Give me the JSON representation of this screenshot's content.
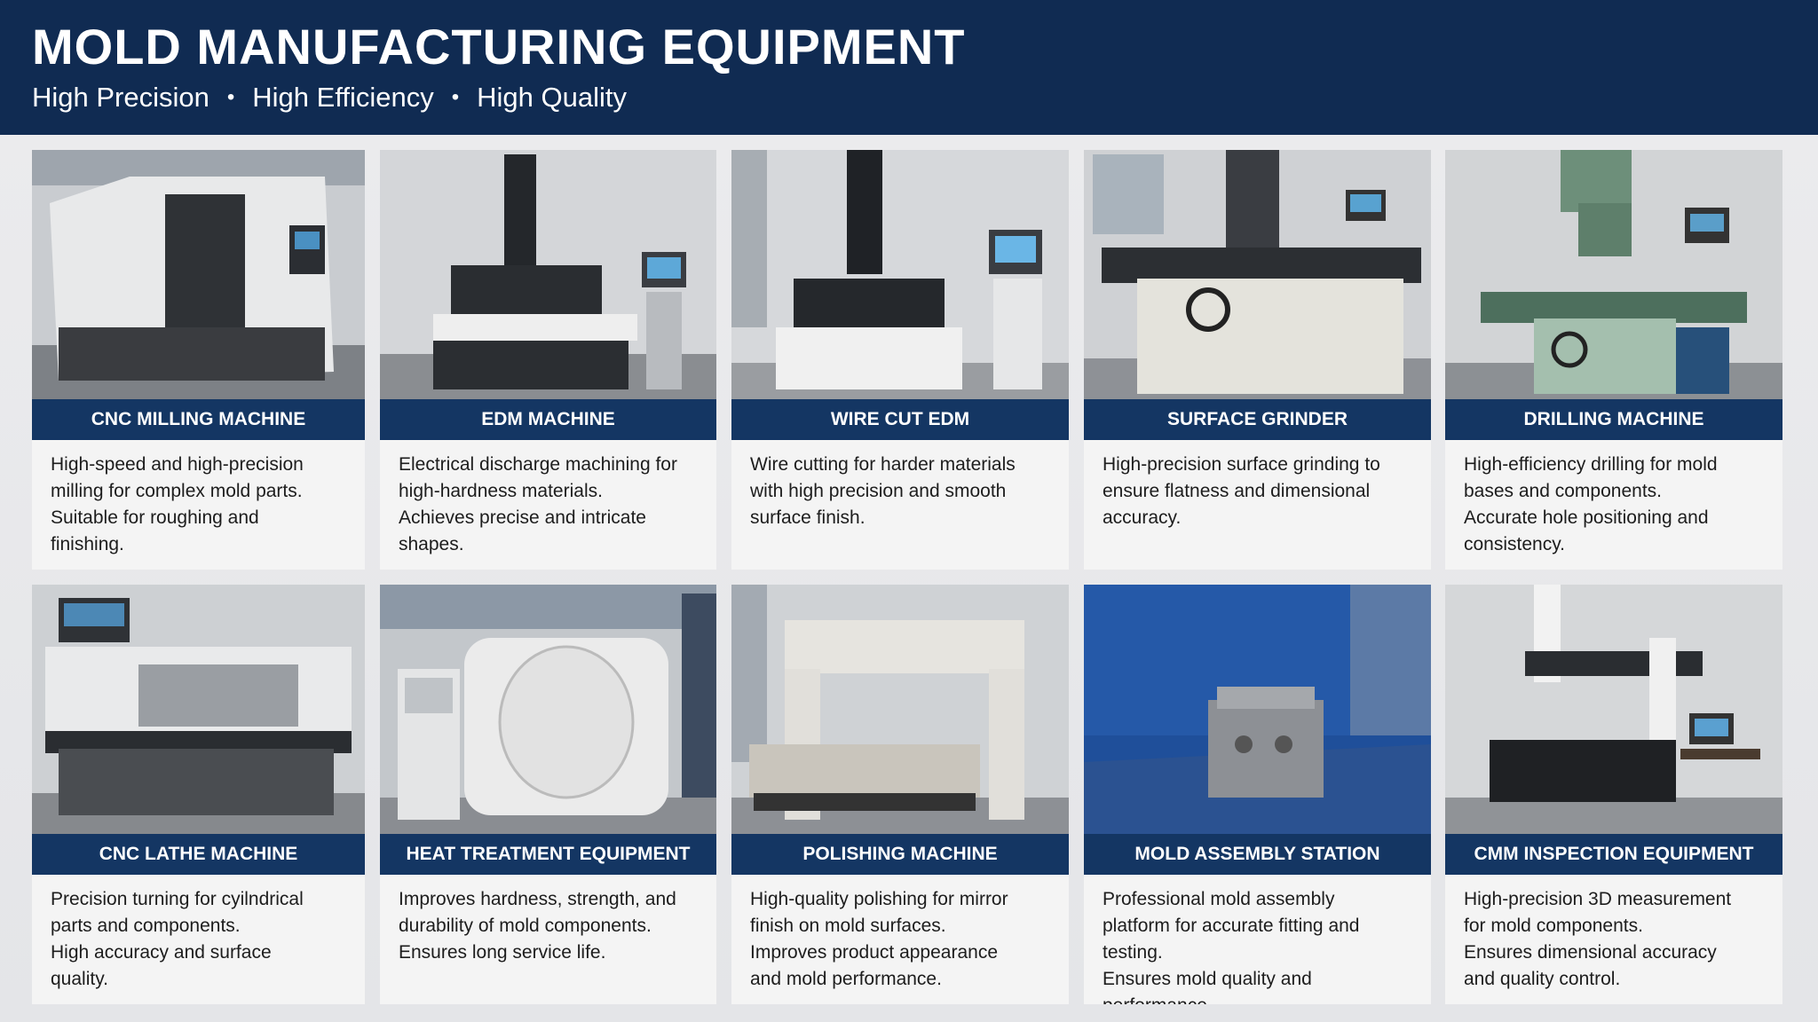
{
  "header": {
    "title": "MOLD MANUFACTURING EQUIPMENT",
    "taglines": [
      "High Precision",
      "High Efficiency",
      "High Quality"
    ],
    "separator": "•"
  },
  "colors": {
    "header_bg": "#102b52",
    "label_bar": "#143663",
    "card_bg": "#f4f4f4"
  },
  "equipment": [
    {
      "name": "CNC MILLING MACHINE",
      "lines": [
        "High-speed and high-precision",
        "milling for complex mold parts.",
        "Suitable for roughing and",
        "finishing."
      ]
    },
    {
      "name": "EDM MACHINE",
      "lines": [
        "Electrical discharge machining for",
        "high-hardness materials.",
        "Achieves precise and intricate",
        "shapes."
      ]
    },
    {
      "name": "WIRE CUT EDM",
      "lines": [
        "Wire cutting for harder materials",
        "with high precision and smooth",
        "surface finish."
      ]
    },
    {
      "name": "SURFACE GRINDER",
      "lines": [
        "High-precision surface grinding to",
        "ensure flatness and dimensional",
        "accuracy."
      ]
    },
    {
      "name": "DRILLING MACHINE",
      "lines": [
        "High-efficiency drilling for mold",
        "bases and components.",
        "Accurate hole positioning and",
        "consistency."
      ]
    },
    {
      "name": "CNC LATHE MACHINE",
      "lines": [
        "Precision turning for cyilndrical",
        "parts and components.",
        "High accuracy and surface",
        "quality."
      ]
    },
    {
      "name": "HEAT TREATMENT EQUIPMENT",
      "lines": [
        "Improves hardness, strength, and",
        "durability of mold components.",
        "Ensures long service life."
      ]
    },
    {
      "name": "POLISHING MACHINE",
      "lines": [
        "High-quality polishing for mirror",
        "finish on mold surfaces.",
        "Improves product appearance",
        "and mold performance."
      ]
    },
    {
      "name": "MOLD ASSEMBLY STATION",
      "lines": [
        "Professional mold assembly",
        "platform for accurate fitting and",
        "testing.",
        "Ensures mold quality and",
        "performance."
      ]
    },
    {
      "name": "CMM INSPECTION EQUIPMENT",
      "lines": [
        "High-precision 3D measurement",
        "for mold components.",
        "Ensures dimensional accuracy",
        "and quality control."
      ]
    }
  ]
}
